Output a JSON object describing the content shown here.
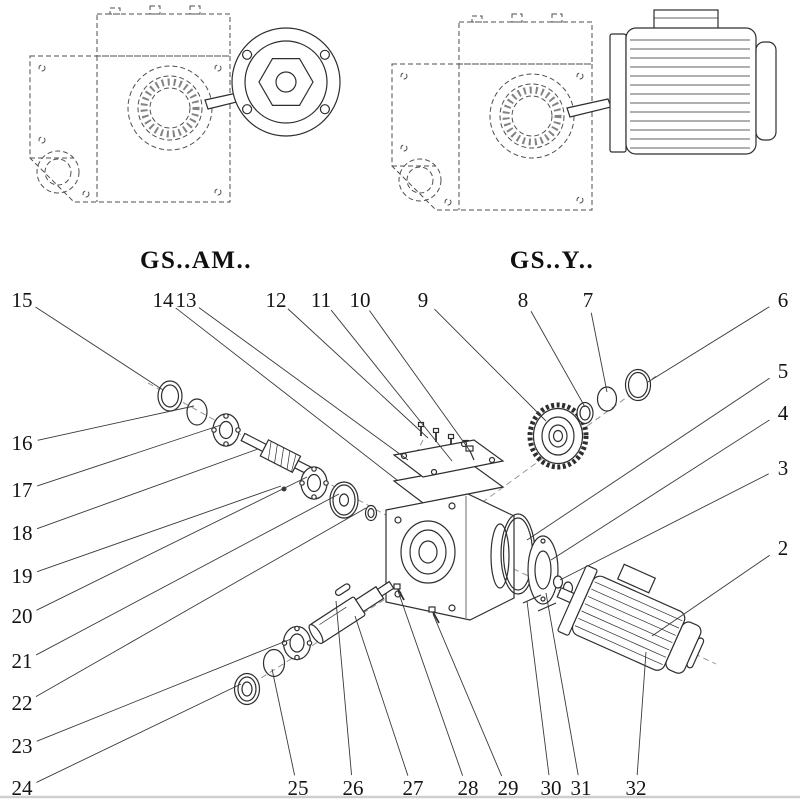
{
  "figure": {
    "left_label": "GS..AM..",
    "right_label": "GS..Y..",
    "line_color": "#2e2e2e",
    "background": "#ffffff"
  },
  "callouts": [
    {
      "n": "2",
      "label": [
        783,
        548
      ],
      "target": [
        652,
        636
      ]
    },
    {
      "n": "3",
      "label": [
        783,
        468
      ],
      "target": [
        560,
        580
      ]
    },
    {
      "n": "4",
      "label": [
        783,
        413
      ],
      "target": [
        551,
        560
      ]
    },
    {
      "n": "5",
      "label": [
        783,
        371
      ],
      "target": [
        527,
        540
      ]
    },
    {
      "n": "6",
      "label": [
        783,
        300
      ],
      "target": [
        648,
        382
      ]
    },
    {
      "n": "7",
      "label": [
        588,
        300
      ],
      "target": [
        607,
        392
      ]
    },
    {
      "n": "8",
      "label": [
        523,
        300
      ],
      "target": [
        585,
        407
      ]
    },
    {
      "n": "9",
      "label": [
        423,
        300
      ],
      "target": [
        546,
        421
      ]
    },
    {
      "n": "10",
      "label": [
        360,
        300
      ],
      "target": [
        470,
        451
      ]
    },
    {
      "n": "11",
      "label": [
        321,
        300
      ],
      "target": [
        452,
        461
      ]
    },
    {
      "n": "12",
      "label": [
        276,
        300
      ],
      "target": [
        428,
        438
      ]
    },
    {
      "n": "13",
      "label": [
        186,
        300
      ],
      "target": [
        408,
        460
      ]
    },
    {
      "n": "14",
      "label": [
        163,
        300
      ],
      "target": [
        397,
        480
      ]
    },
    {
      "n": "15",
      "label": [
        22,
        300
      ],
      "target": [
        163,
        390
      ]
    },
    {
      "n": "16",
      "label": [
        22,
        443
      ],
      "target": [
        194,
        406
      ]
    },
    {
      "n": "17",
      "label": [
        22,
        490
      ],
      "target": [
        221,
        425
      ]
    },
    {
      "n": "18",
      "label": [
        22,
        533
      ],
      "target": [
        258,
        449
      ]
    },
    {
      "n": "19",
      "label": [
        22,
        576
      ],
      "target": [
        281,
        486
      ]
    },
    {
      "n": "20",
      "label": [
        22,
        616
      ],
      "target": [
        307,
        477
      ]
    },
    {
      "n": "21",
      "label": [
        22,
        661
      ],
      "target": [
        339,
        494
      ]
    },
    {
      "n": "22",
      "label": [
        22,
        703
      ],
      "target": [
        366,
        508
      ]
    },
    {
      "n": "23",
      "label": [
        22,
        746
      ],
      "target": [
        291,
        639
      ]
    },
    {
      "n": "24",
      "label": [
        22,
        788
      ],
      "target": [
        241,
        684
      ]
    },
    {
      "n": "25",
      "label": [
        298,
        788
      ],
      "target": [
        272,
        669
      ]
    },
    {
      "n": "26",
      "label": [
        353,
        788
      ],
      "target": [
        336,
        601
      ]
    },
    {
      "n": "27",
      "label": [
        413,
        788
      ],
      "target": [
        355,
        616
      ]
    },
    {
      "n": "28",
      "label": [
        468,
        788
      ],
      "target": [
        398,
        591
      ]
    },
    {
      "n": "29",
      "label": [
        508,
        788
      ],
      "target": [
        433,
        614
      ]
    },
    {
      "n": "30",
      "label": [
        551,
        788
      ],
      "target": [
        527,
        601
      ]
    },
    {
      "n": "31",
      "label": [
        581,
        788
      ],
      "target": [
        546,
        593
      ]
    },
    {
      "n": "32",
      "label": [
        636,
        788
      ],
      "target": [
        646,
        652
      ]
    }
  ]
}
